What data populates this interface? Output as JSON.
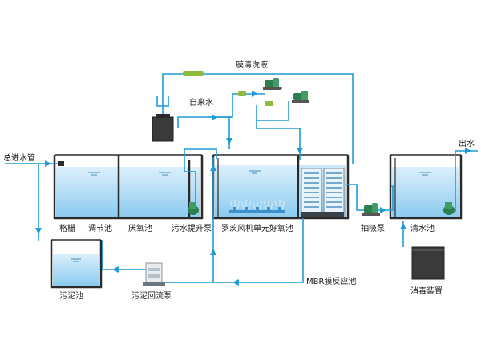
{
  "labels": {
    "total_inlet": "总进水管",
    "membrane_cleaning": "膜清洗液",
    "tap_water": "自来水",
    "outlet": "出水",
    "grille": "格栅",
    "regulating_tank": "调节池",
    "anoxic_tank": "厌氧池",
    "lift_pump": "污水提升泵",
    "aerobic_tank": "罗茨风机单元好氧池",
    "suction_pump": "抽吸泵",
    "clear_water_tank": "清水池",
    "sludge_tank": "污泥池",
    "sludge_return_pump": "污泥回流泵",
    "mbr_tank": "MBR膜反应池",
    "disinfection": "消毒装置"
  },
  "colors": {
    "pipe": "#1e9bd7",
    "water_top": "#dcf0fb",
    "water_bottom": "#8ccbf0",
    "tank_wall": "#2b2b2b",
    "pump_green": "#2e7d4f",
    "valve": "#8fbc3a"
  }
}
